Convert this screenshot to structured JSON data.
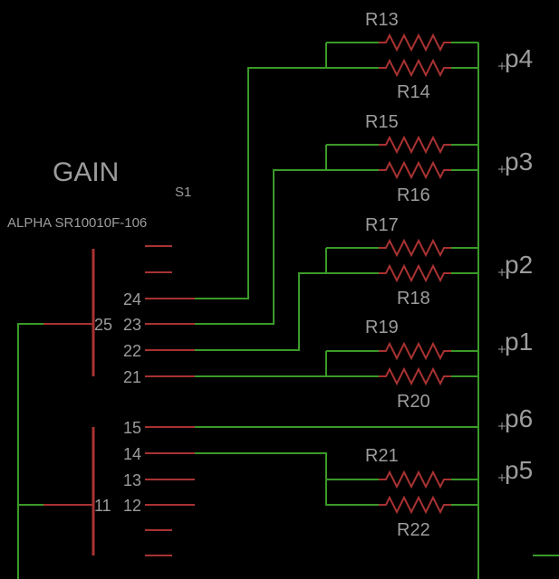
{
  "colors": {
    "background": "#000000",
    "wire": "#3a9a28",
    "component": "#a83232",
    "text": "#9c9c9c"
  },
  "switch": {
    "title": "GAIN",
    "ref": "S1",
    "part": "ALPHA SR10010F-106",
    "pins_upper": [
      "24",
      "23",
      "22",
      "21"
    ],
    "common_upper": "25",
    "pins_lower": [
      "15",
      "14",
      "13",
      "12"
    ],
    "common_lower": "11"
  },
  "resistors": [
    {
      "ref": "R13"
    },
    {
      "ref": "R14"
    },
    {
      "ref": "R15"
    },
    {
      "ref": "R16"
    },
    {
      "ref": "R17"
    },
    {
      "ref": "R18"
    },
    {
      "ref": "R19"
    },
    {
      "ref": "R20"
    },
    {
      "ref": "R21"
    },
    {
      "ref": "R22"
    }
  ],
  "nets": [
    "p4",
    "p3",
    "p2",
    "p1",
    "p6",
    "p5"
  ]
}
